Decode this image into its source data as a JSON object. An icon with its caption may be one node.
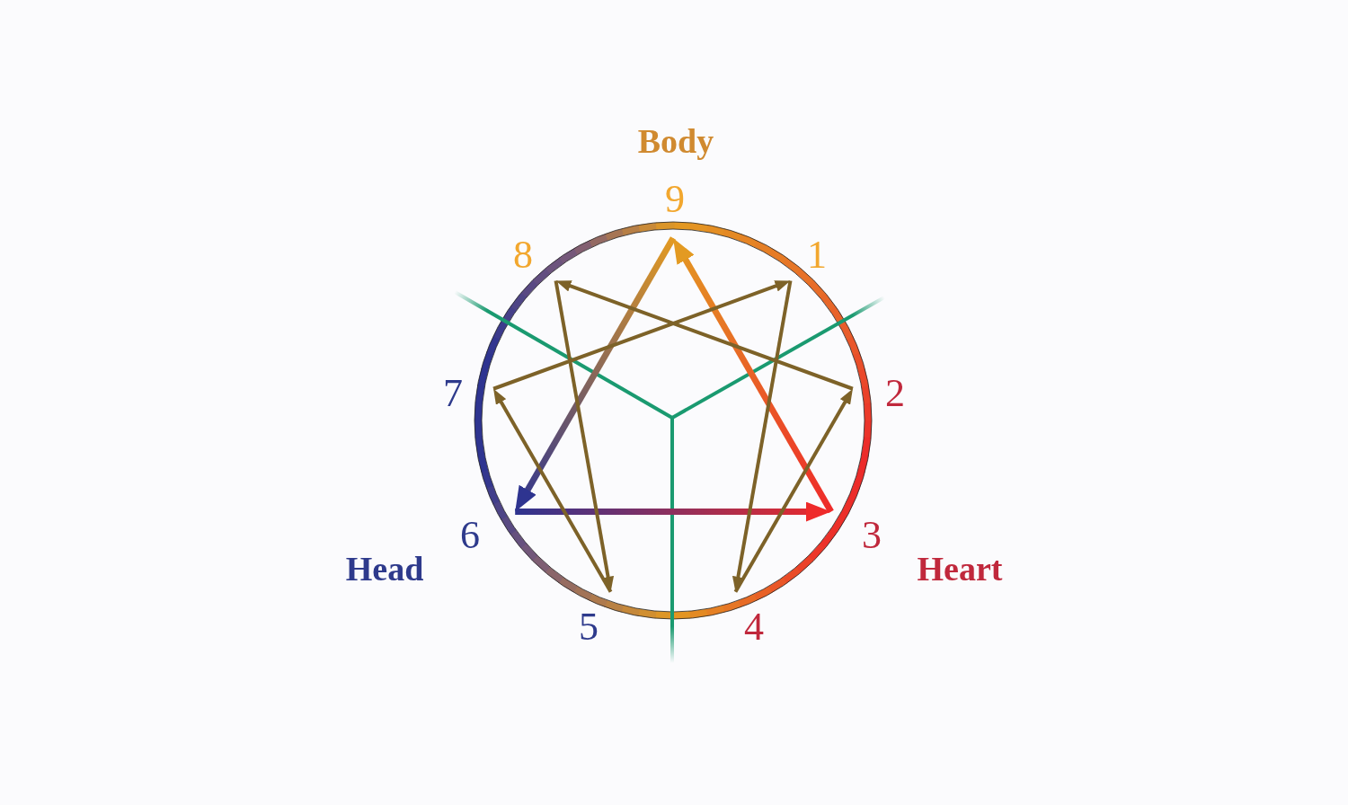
{
  "diagram": {
    "nodes": [
      {
        "text": [
          "9"
        ]
      },
      {
        "text": [
          "8"
        ]
      },
      {
        "text": [
          "1"
        ]
      },
      {
        "text": [
          "7"
        ]
      },
      {
        "text": [
          "2"
        ]
      },
      {
        "text": [
          "6"
        ]
      },
      {
        "text": [
          "3"
        ]
      },
      {
        "text": [
          "5"
        ]
      },
      {
        "text": [
          "4"
        ]
      }
    ],
    "edges": [
      {
        "from": 0,
        "to": 5,
        "arrow": "to",
        "style": "thick"
      },
      {
        "from": 6,
        "to": 0,
        "arrow": "to",
        "style": "thick"
      },
      {
        "from": 5,
        "to": 6,
        "arrow": "to",
        "style": "thick"
      },
      {
        "from": 2,
        "to": 8,
        "arrow": "to"
      },
      {
        "from": 8,
        "to": 4,
        "arrow": "to"
      },
      {
        "from": 4,
        "to": 1,
        "arrow": "to"
      },
      {
        "from": 1,
        "to": 7,
        "arrow": "to"
      },
      {
        "from": 7,
        "to": 3,
        "arrow": "to"
      },
      {
        "from": 3,
        "to": 2,
        "arrow": "to"
      }
    ],
    "labels": [
      "Body",
      "Head",
      "Heart"
    ]
  }
}
